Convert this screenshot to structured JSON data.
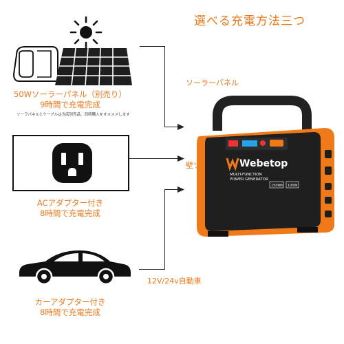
{
  "title": "選べる充電方法三つ",
  "solar": {
    "caption_line1": "50Wソーラーパネル（別売り）",
    "caption_line2": "9時間で充電完成",
    "note": "ソーラパネルとケーブルは当店別売品、同時購入をオススメします",
    "connector_label": "ソーラーパネル"
  },
  "ac": {
    "caption_line1": "ACアダプター付き",
    "caption_line2": "8時間で充電完成",
    "connector_label": "壁ソケット"
  },
  "car": {
    "caption_line1": "カーアダプター付き",
    "caption_line2": "8時間で充電完成",
    "connector_label": "12V/24v自動車"
  },
  "device": {
    "brand": "Webetop",
    "subtitle_line1": "MULTI-FUNCTION",
    "subtitle_line2": "POWER GENERATOR",
    "spec1": "150Wh",
    "spec2": "100W"
  },
  "colors": {
    "accent": "#e8781a",
    "device_orange": "#f07a1a",
    "device_body": "#222222"
  },
  "icons": [
    "sun-icon",
    "solar-panel-icon",
    "wall-socket-icon",
    "car-icon",
    "power-station-icon"
  ]
}
